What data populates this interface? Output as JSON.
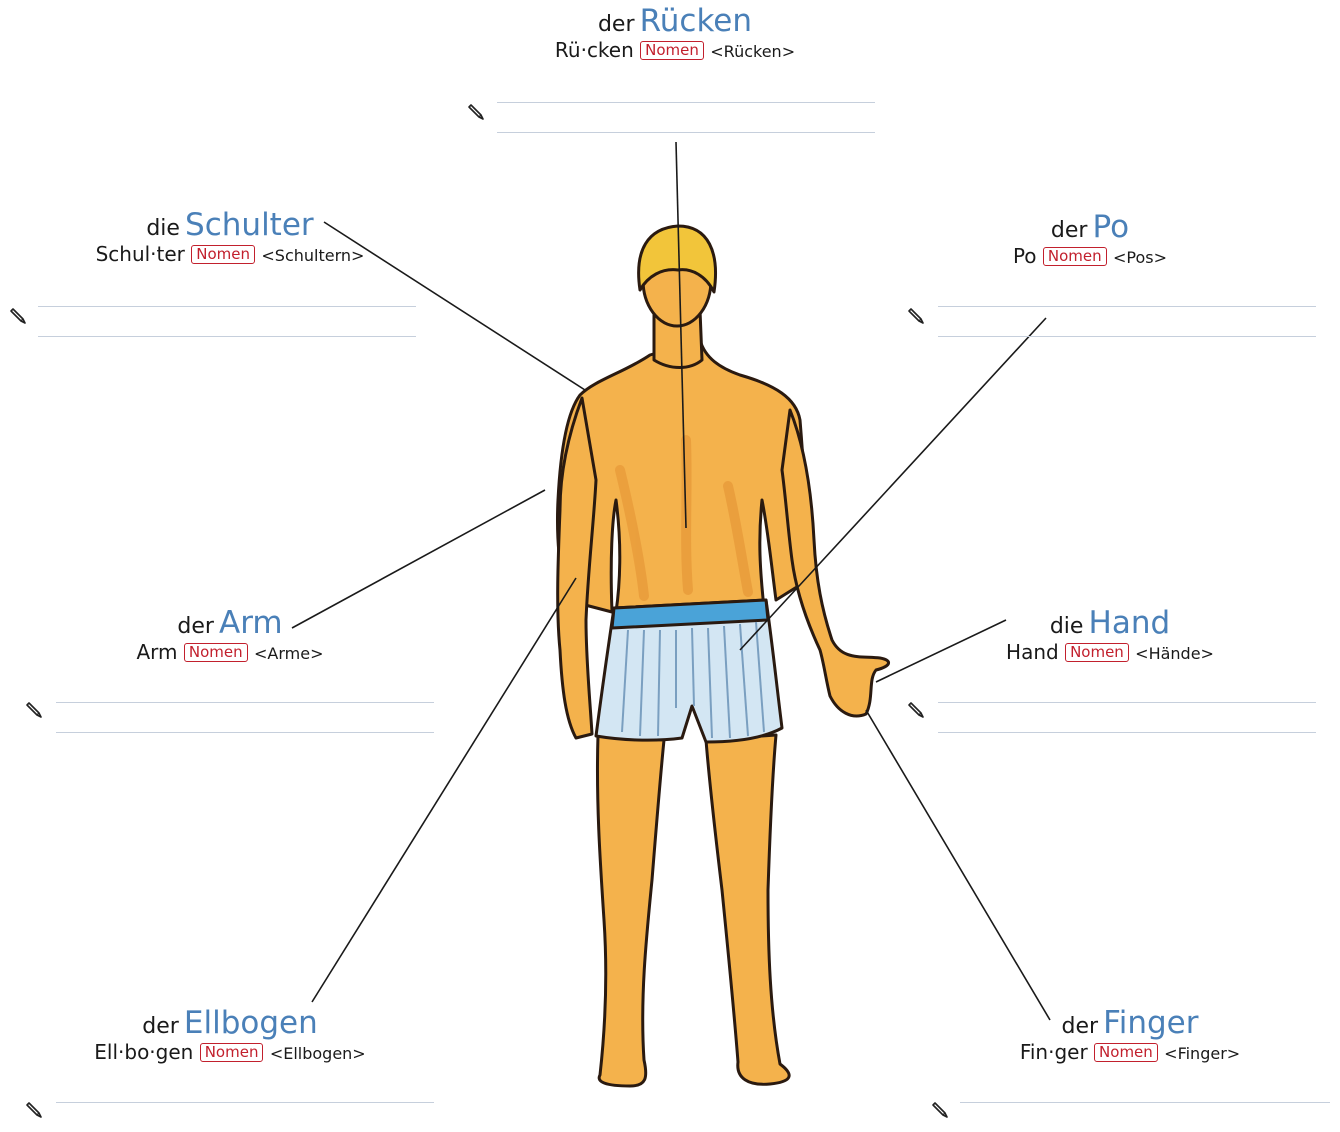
{
  "icons": {
    "pencil": "pencil-icon"
  },
  "colors": {
    "word": "#4a80b8",
    "badge": "#c2202d",
    "rule": "#c6cfdc",
    "skin": "#f5b54a",
    "shorts": "#cfe3f0",
    "waistband": "#4aa3d8",
    "hair": "#f2c53a"
  },
  "labels": [
    {
      "id": "ruecken",
      "article": "der",
      "word": "Rücken",
      "syllables": "Rü·cken",
      "pos": "Nomen",
      "plural": "<Rücken>"
    },
    {
      "id": "schulter",
      "article": "die",
      "word": "Schulter",
      "syllables": "Schul·ter",
      "pos": "Nomen",
      "plural": "<Schultern>"
    },
    {
      "id": "po",
      "article": "der",
      "word": "Po",
      "syllables": "Po",
      "pos": "Nomen",
      "plural": "<Pos>"
    },
    {
      "id": "arm",
      "article": "der",
      "word": "Arm",
      "syllables": "Arm",
      "pos": "Nomen",
      "plural": "<Arme>"
    },
    {
      "id": "hand",
      "article": "die",
      "word": "Hand",
      "syllables": "Hand",
      "pos": "Nomen",
      "plural": "<Hände>"
    },
    {
      "id": "ellbogen",
      "article": "der",
      "word": "Ellbogen",
      "syllables": "Ell·bo·gen",
      "pos": "Nomen",
      "plural": "<Ellbogen>"
    },
    {
      "id": "finger",
      "article": "der",
      "word": "Finger",
      "syllables": "Fin·ger",
      "pos": "Nomen",
      "plural": "<Finger>"
    }
  ]
}
